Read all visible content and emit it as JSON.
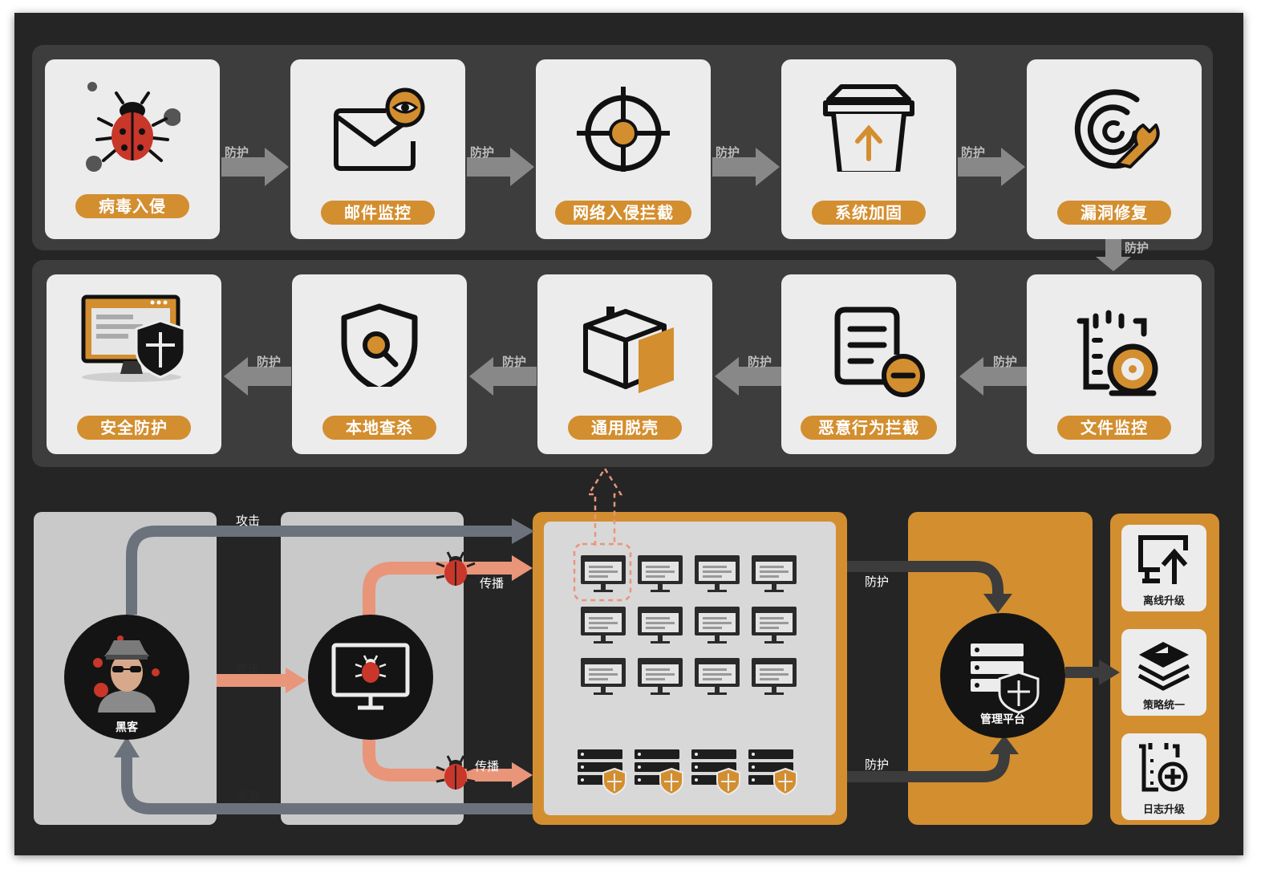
{
  "colors": {
    "background": "#252525",
    "band": "#3d3d3d",
    "card": "#ececec",
    "accent": "#d38e2f",
    "attack_gray": "#6c727c",
    "spread_salmon": "#e9957a",
    "virus_red": "#c9362a"
  },
  "pipeline": {
    "row1": [
      {
        "label": "病毒入侵",
        "icon": "bug-icon"
      },
      {
        "label": "邮件监控",
        "icon": "mail-eye-icon"
      },
      {
        "label": "网络入侵拦截",
        "icon": "crosshair-icon"
      },
      {
        "label": "系统加固",
        "icon": "upload-box-icon"
      },
      {
        "label": "漏洞修复",
        "icon": "radar-wrench-icon"
      }
    ],
    "row2": [
      {
        "label": "安全防护",
        "icon": "monitor-shield-icon"
      },
      {
        "label": "本地查杀",
        "icon": "shield-search-icon"
      },
      {
        "label": "通用脱壳",
        "icon": "cube-icon"
      },
      {
        "label": "恶意行为拦截",
        "icon": "document-minus-icon"
      },
      {
        "label": "文件监控",
        "icon": "clipboard-target-icon"
      }
    ],
    "connector_label": "防护"
  },
  "attack_flow": {
    "hacker_label": "黑客",
    "attack_label": "攻击",
    "spread_label": "传播",
    "trace_label": "溯源",
    "defend_label": "防护",
    "platform_label": "管理平台"
  },
  "side_panel": [
    {
      "label": "离线升级",
      "icon": "offline-upgrade-icon"
    },
    {
      "label": "策略统一",
      "icon": "layers-icon"
    },
    {
      "label": "日志升级",
      "icon": "log-upgrade-icon"
    }
  ]
}
